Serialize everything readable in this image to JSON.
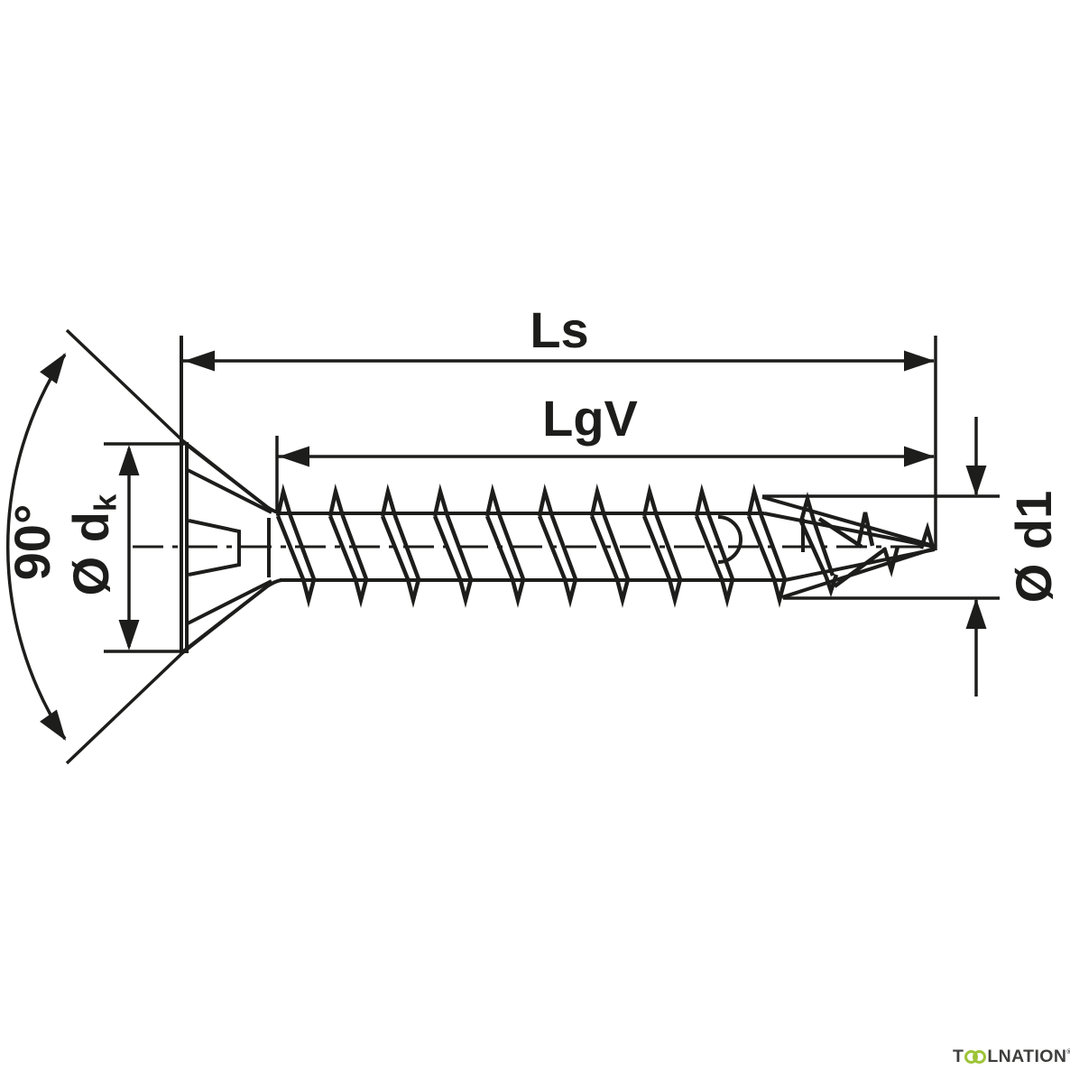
{
  "drawing": {
    "line_color": "#1d1d1b",
    "labels": {
      "total_length": "Ls",
      "thread_length": "LgV",
      "head_angle": "90°",
      "head_diameter_prefix": "Ø d",
      "head_diameter_sub": "k",
      "outer_diameter": "Ø d1"
    }
  },
  "watermark": {
    "prefix": "T",
    "suffix": "LNATION",
    "registered": "®",
    "text_color": "#3e3e3d",
    "ring_color": "#9ec437"
  }
}
